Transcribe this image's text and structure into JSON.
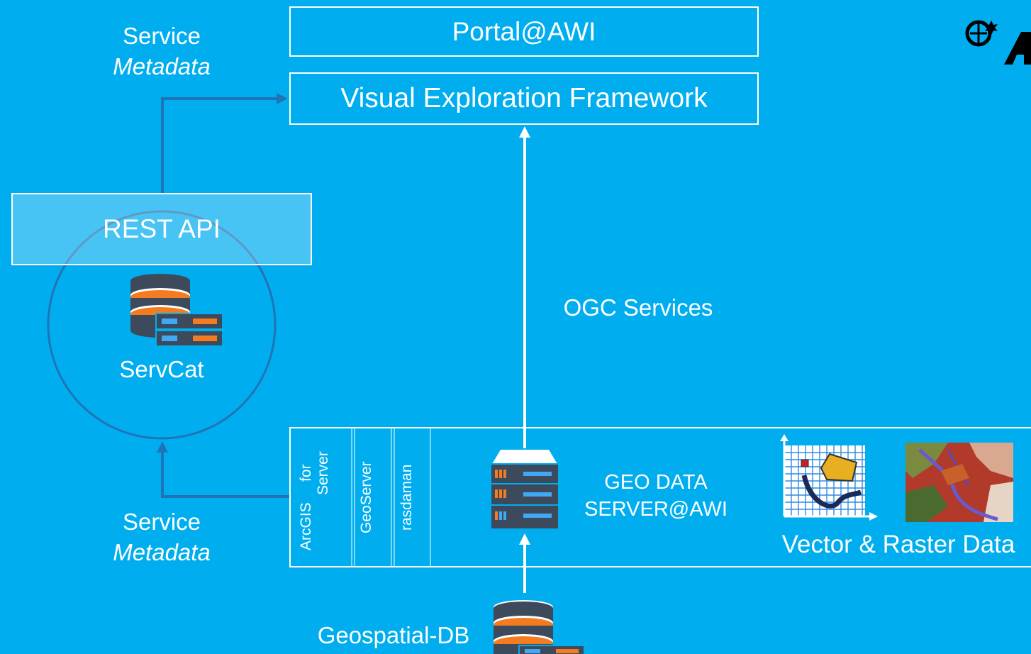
{
  "service_metadata_top": {
    "line1": "Service",
    "line2": "Metadata"
  },
  "portal": {
    "label": "Portal@AWI"
  },
  "vef": {
    "label": "Visual Exploration Framework"
  },
  "rest_api": {
    "label": "REST API"
  },
  "servcat": {
    "label": "ServCat"
  },
  "ogc": {
    "label": "OGC Services"
  },
  "service_metadata_bottom": {
    "line1": "Service",
    "line2": "Metadata"
  },
  "servers": {
    "arcgis": {
      "line1": "ArcGIS",
      "line2": "for Server"
    },
    "geoserver": "GeoServer",
    "rasdaman": "rasdaman"
  },
  "geo_data_server": {
    "line1": "GEO DATA",
    "line2": "SERVER@AWI"
  },
  "vector_raster": {
    "label": "Vector & Raster Data"
  },
  "geospatial_db": {
    "label": "Geospatial-DB"
  },
  "colors": {
    "background": "#00AEEF",
    "arrow_blue": "#1F74B8",
    "server_dark": "#3C4A5C",
    "server_orange": "#F47B20",
    "server_blue": "#3FA9F5"
  }
}
